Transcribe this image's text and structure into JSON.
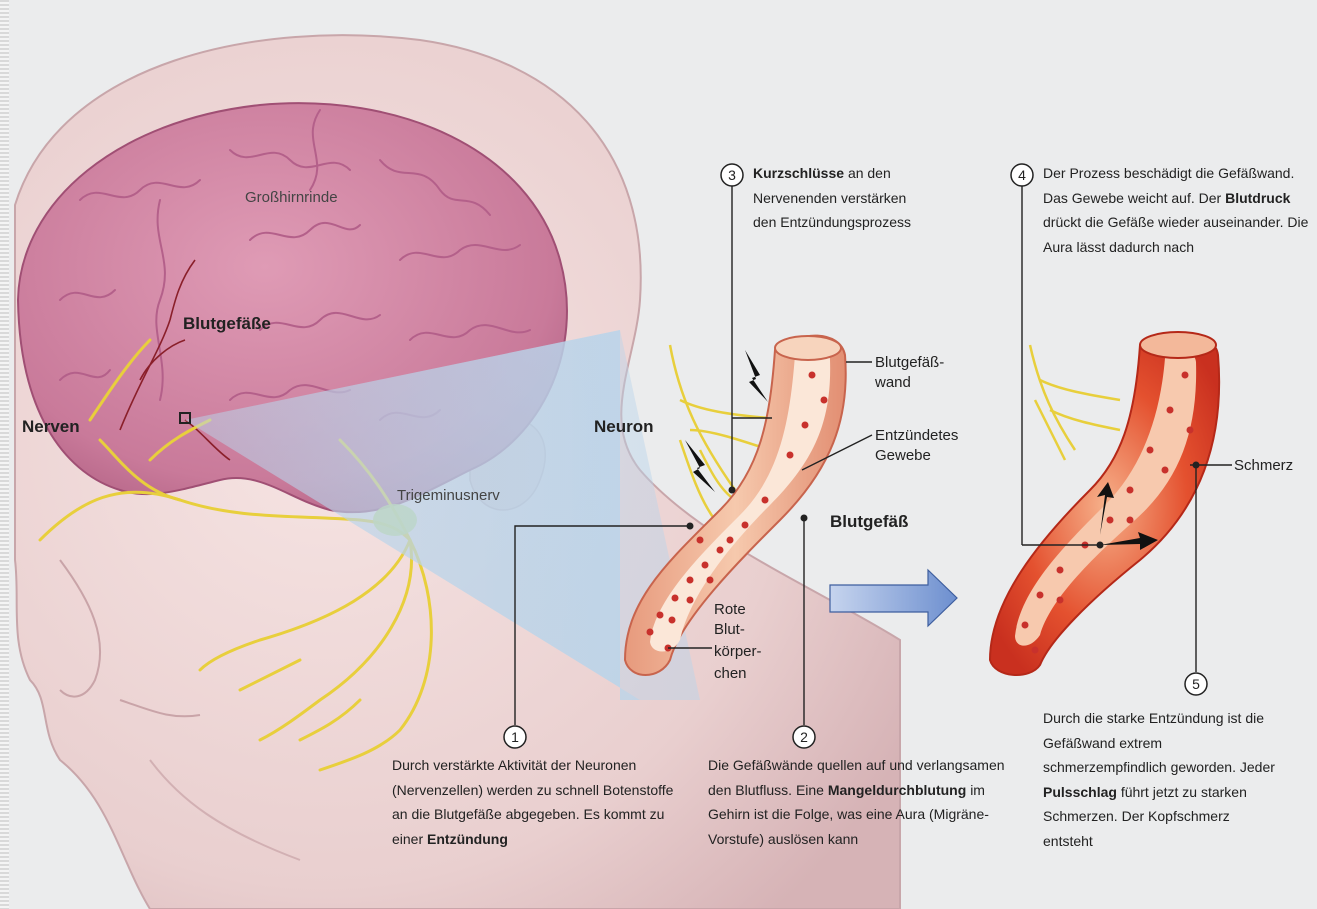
{
  "labels": {
    "cortex": "Großhirnrinde",
    "vessels": "Blutgefäße",
    "nerves": "Nerven",
    "trigeminal": "Trigeminusnerv",
    "neuron": "Neuron",
    "vessel_wall_1": "Blutgefäß-",
    "vessel_wall_2": "wand",
    "inflamed_1": "Entzündetes",
    "inflamed_2": "Gewebe",
    "blood_vessel": "Blutgefäß",
    "rbc_1": "Rote",
    "rbc_2": "Blut-",
    "rbc_3": "körper-",
    "rbc_4": "chen",
    "pain": "Schmerz"
  },
  "steps": {
    "s1": {
      "number": "1",
      "pre": "Durch verstärkte Aktivität der Neuronen (Nervenzellen) werden zu schnell Botenstoffe an die Blutgefäße abgegeben. Es kommt zu einer",
      "bold": "Entzündung",
      "post": ""
    },
    "s2": {
      "number": "2",
      "pre": "Die Gefäßwände quellen auf und verlangsamen den Blutfluss. Eine",
      "bold": "Mangeldurchblutung",
      "post": "im Gehirn ist die Folge, was eine Aura (Migräne-Vorstufe) auslösen kann"
    },
    "s3": {
      "number": "3",
      "bold": "Kurzschlüsse",
      "pre": "",
      "post": "an den Nervenenden verstärken den Entzündungsprozess"
    },
    "s4": {
      "number": "4",
      "pre": "Der Prozess beschädigt die Gefäßwand. Das Gewebe weicht auf. Der",
      "bold": "Blutdruck",
      "post": "drückt die Gefäße wieder auseinander. Die Aura lässt dadurch nach"
    },
    "s5": {
      "number": "5",
      "pre": "Durch die starke Entzündung ist die Gefäßwand extrem schmerzempfindlich geworden. Jeder",
      "bold": "Pulsschlag",
      "post": "führt jetzt zu starken Schmerzen. Der Kopfschmerz entsteht"
    }
  },
  "colors": {
    "brain": "#c97a9a",
    "skin": "#efd6d6",
    "nerve": "#e8cf3c",
    "vessel_wall": "#f3c4a4",
    "vessel_inner": "#fbe7d8",
    "blood_cell": "#c8312c",
    "inflamed": "#e2452d",
    "arrow": "#7f9fd6",
    "zoom_cone": "#b9d4ea"
  }
}
